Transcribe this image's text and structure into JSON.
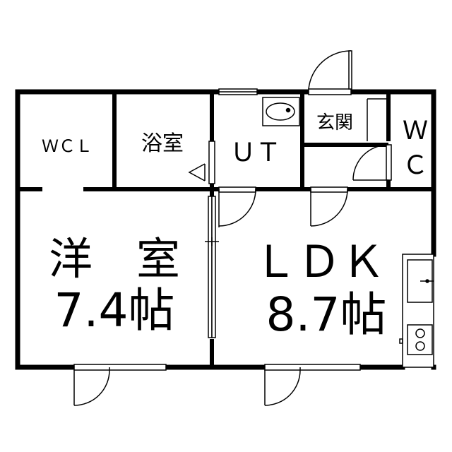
{
  "rooms": {
    "wcl": "ＷＣＬ",
    "bath": "浴室",
    "ut": "ＵＴ",
    "entrance": "玄関",
    "wc_line1": "Ｗ",
    "wc_line2": "Ｃ",
    "western_name": "洋　室",
    "western_size": "7.4帖",
    "ldk_name": "ＬＤＫ",
    "ldk_size": "8.7帖"
  },
  "colors": {
    "wall": "#000000",
    "background": "#ffffff"
  }
}
